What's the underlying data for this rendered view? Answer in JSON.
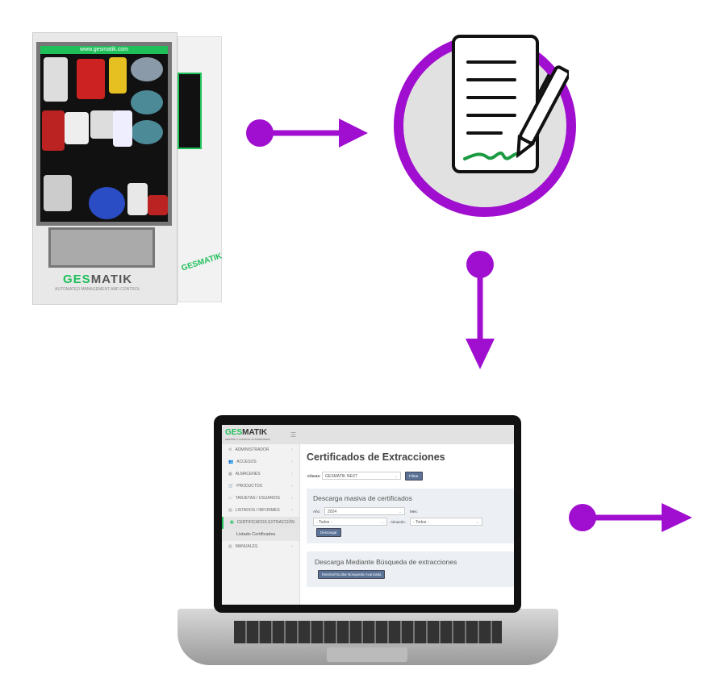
{
  "vending_machine": {
    "url": "www.gesmatik.com",
    "brand": "GESMATIK",
    "brand_a": "GES",
    "brand_b": "MATIK",
    "tagline": "AUTOMATED MANAGEMENT AND CONTROL"
  },
  "colors": {
    "arrow": "#a00fcf",
    "brand_green": "#1fbf5a",
    "button": "#5b7397"
  },
  "icons": [
    "arrow-right-icon",
    "arrow-down-icon",
    "document-signature-icon",
    "pen-icon"
  ],
  "laptop_app": {
    "logo_a": "GES",
    "logo_b": "MATIK",
    "logo_sub": "GESTIÓN Y CONTROL AUTOMATIZADO",
    "sidebar": [
      {
        "label": "ADMINISTRADOR",
        "icon": "⚙"
      },
      {
        "label": "ACCESOS",
        "icon": "👥"
      },
      {
        "label": "ALMACENES",
        "icon": "▦"
      },
      {
        "label": "PRODUCTOS",
        "icon": "🛒"
      },
      {
        "label": "TARJETAS / USUARIOS",
        "icon": "▭"
      },
      {
        "label": "LISTADOS / INFORMES",
        "icon": "▤"
      },
      {
        "label": "CERTIFICADOS EXTRACCIÓN",
        "icon": "▣"
      },
      {
        "label": "Listado Certificados"
      },
      {
        "label": "MANUALES",
        "icon": "▥"
      }
    ],
    "title": "Certificados de Extracciones",
    "client_label": "Cliente:",
    "client_value": "GESMATIK NEXT",
    "filter_button": "Filtrar",
    "bulk": {
      "heading": "Descarga masiva de certificados",
      "year_label": "Año:",
      "year_value": "2024",
      "month_label": "Mes:",
      "month_value": "- Todos -",
      "warehouse_label": "Almacén:",
      "warehouse_value": "- Todos -",
      "download_button": "Descargar"
    },
    "search": {
      "heading": "Descarga Mediante Búsqueda de extracciones",
      "toggle_button": "Mostrar/Ocultar Búsqueda Avanzada"
    }
  }
}
